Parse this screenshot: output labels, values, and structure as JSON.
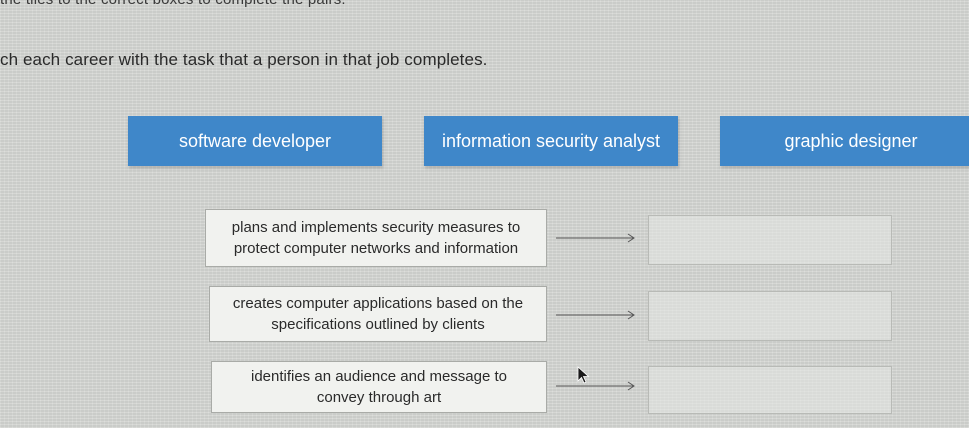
{
  "instruction": "the tiles to the correct boxes to complete the pairs.",
  "question": "ch each career with the task that a person in that job completes.",
  "tiles": [
    {
      "label": "software developer"
    },
    {
      "label": "information security analyst"
    },
    {
      "label": "graphic designer"
    }
  ],
  "tasks": [
    {
      "text": "plans and implements security measures to protect computer networks and information"
    },
    {
      "text": "creates computer applications based on the specifications outlined by clients"
    },
    {
      "text": "identifies an audience and message to convey through art"
    }
  ],
  "colors": {
    "tile_blue": "#3f87c9",
    "task_bg": "#f1f2ef",
    "page_bg": "#d6d8d4"
  },
  "icons": {
    "arrow": "right-arrow-icon",
    "cursor": "mouse-pointer-icon"
  }
}
